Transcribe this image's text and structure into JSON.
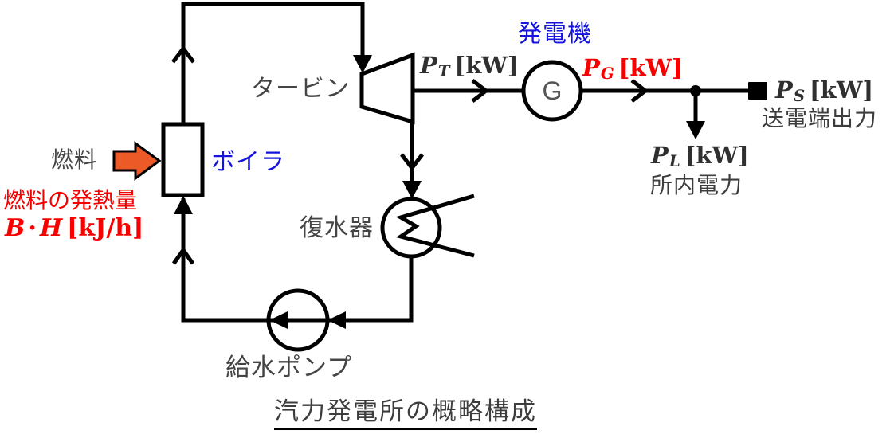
{
  "diagram": {
    "title": "汽力発電所の概略構成",
    "boiler": {
      "label": "ボイラ"
    },
    "turbine": {
      "label": "タービン"
    },
    "generator": {
      "label": "発電機",
      "symbol": "G"
    },
    "condenser": {
      "label": "復水器"
    },
    "feed_pump": {
      "label": "給水ポンプ"
    },
    "fuel": {
      "label": "燃料",
      "heat_title": "燃料の発熱量",
      "formula": {
        "term1": "B",
        "operator": "·",
        "term2": "H",
        "unit": "[kJ/h]"
      }
    },
    "outputs": {
      "turbine": {
        "symbol": "P",
        "sub": "T",
        "unit": "[kW]"
      },
      "generator": {
        "symbol": "P",
        "sub": "G",
        "unit": "[kW]"
      },
      "transmission": {
        "symbol": "P",
        "sub": "S",
        "unit": "[kW]",
        "caption": "送電端出力"
      },
      "station": {
        "symbol": "P",
        "sub": "L",
        "unit": "[kW]",
        "caption": "所内電力"
      }
    }
  },
  "colors": {
    "blue": "#1414dd",
    "red": "#f80000",
    "orange": "#eb5a27",
    "ink": "#000000",
    "gray": "#454545",
    "dark": "#303030"
  }
}
